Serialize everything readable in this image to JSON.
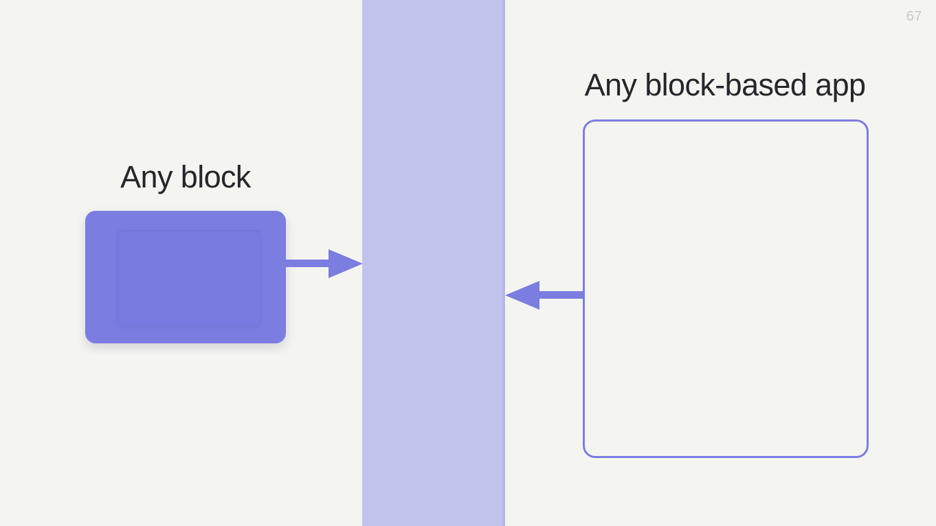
{
  "slide": {
    "page_number": "67",
    "background_color": "#f4f5f0"
  },
  "band": {
    "name": "central-divider-band",
    "color": "#c2c3ec",
    "edge_color": "#b6b8e6"
  },
  "left": {
    "label": "Any block",
    "block_color": "#7b7de0",
    "block_inner_color": "#787ae0"
  },
  "right": {
    "label": "Any block-based app",
    "frame_border_color": "#7b7de0"
  },
  "arrows": {
    "right_arrow_name": "arrow-block-to-band",
    "left_arrow_name": "arrow-app-to-band",
    "color": "#7b7de0"
  },
  "text_color": "#26262b"
}
